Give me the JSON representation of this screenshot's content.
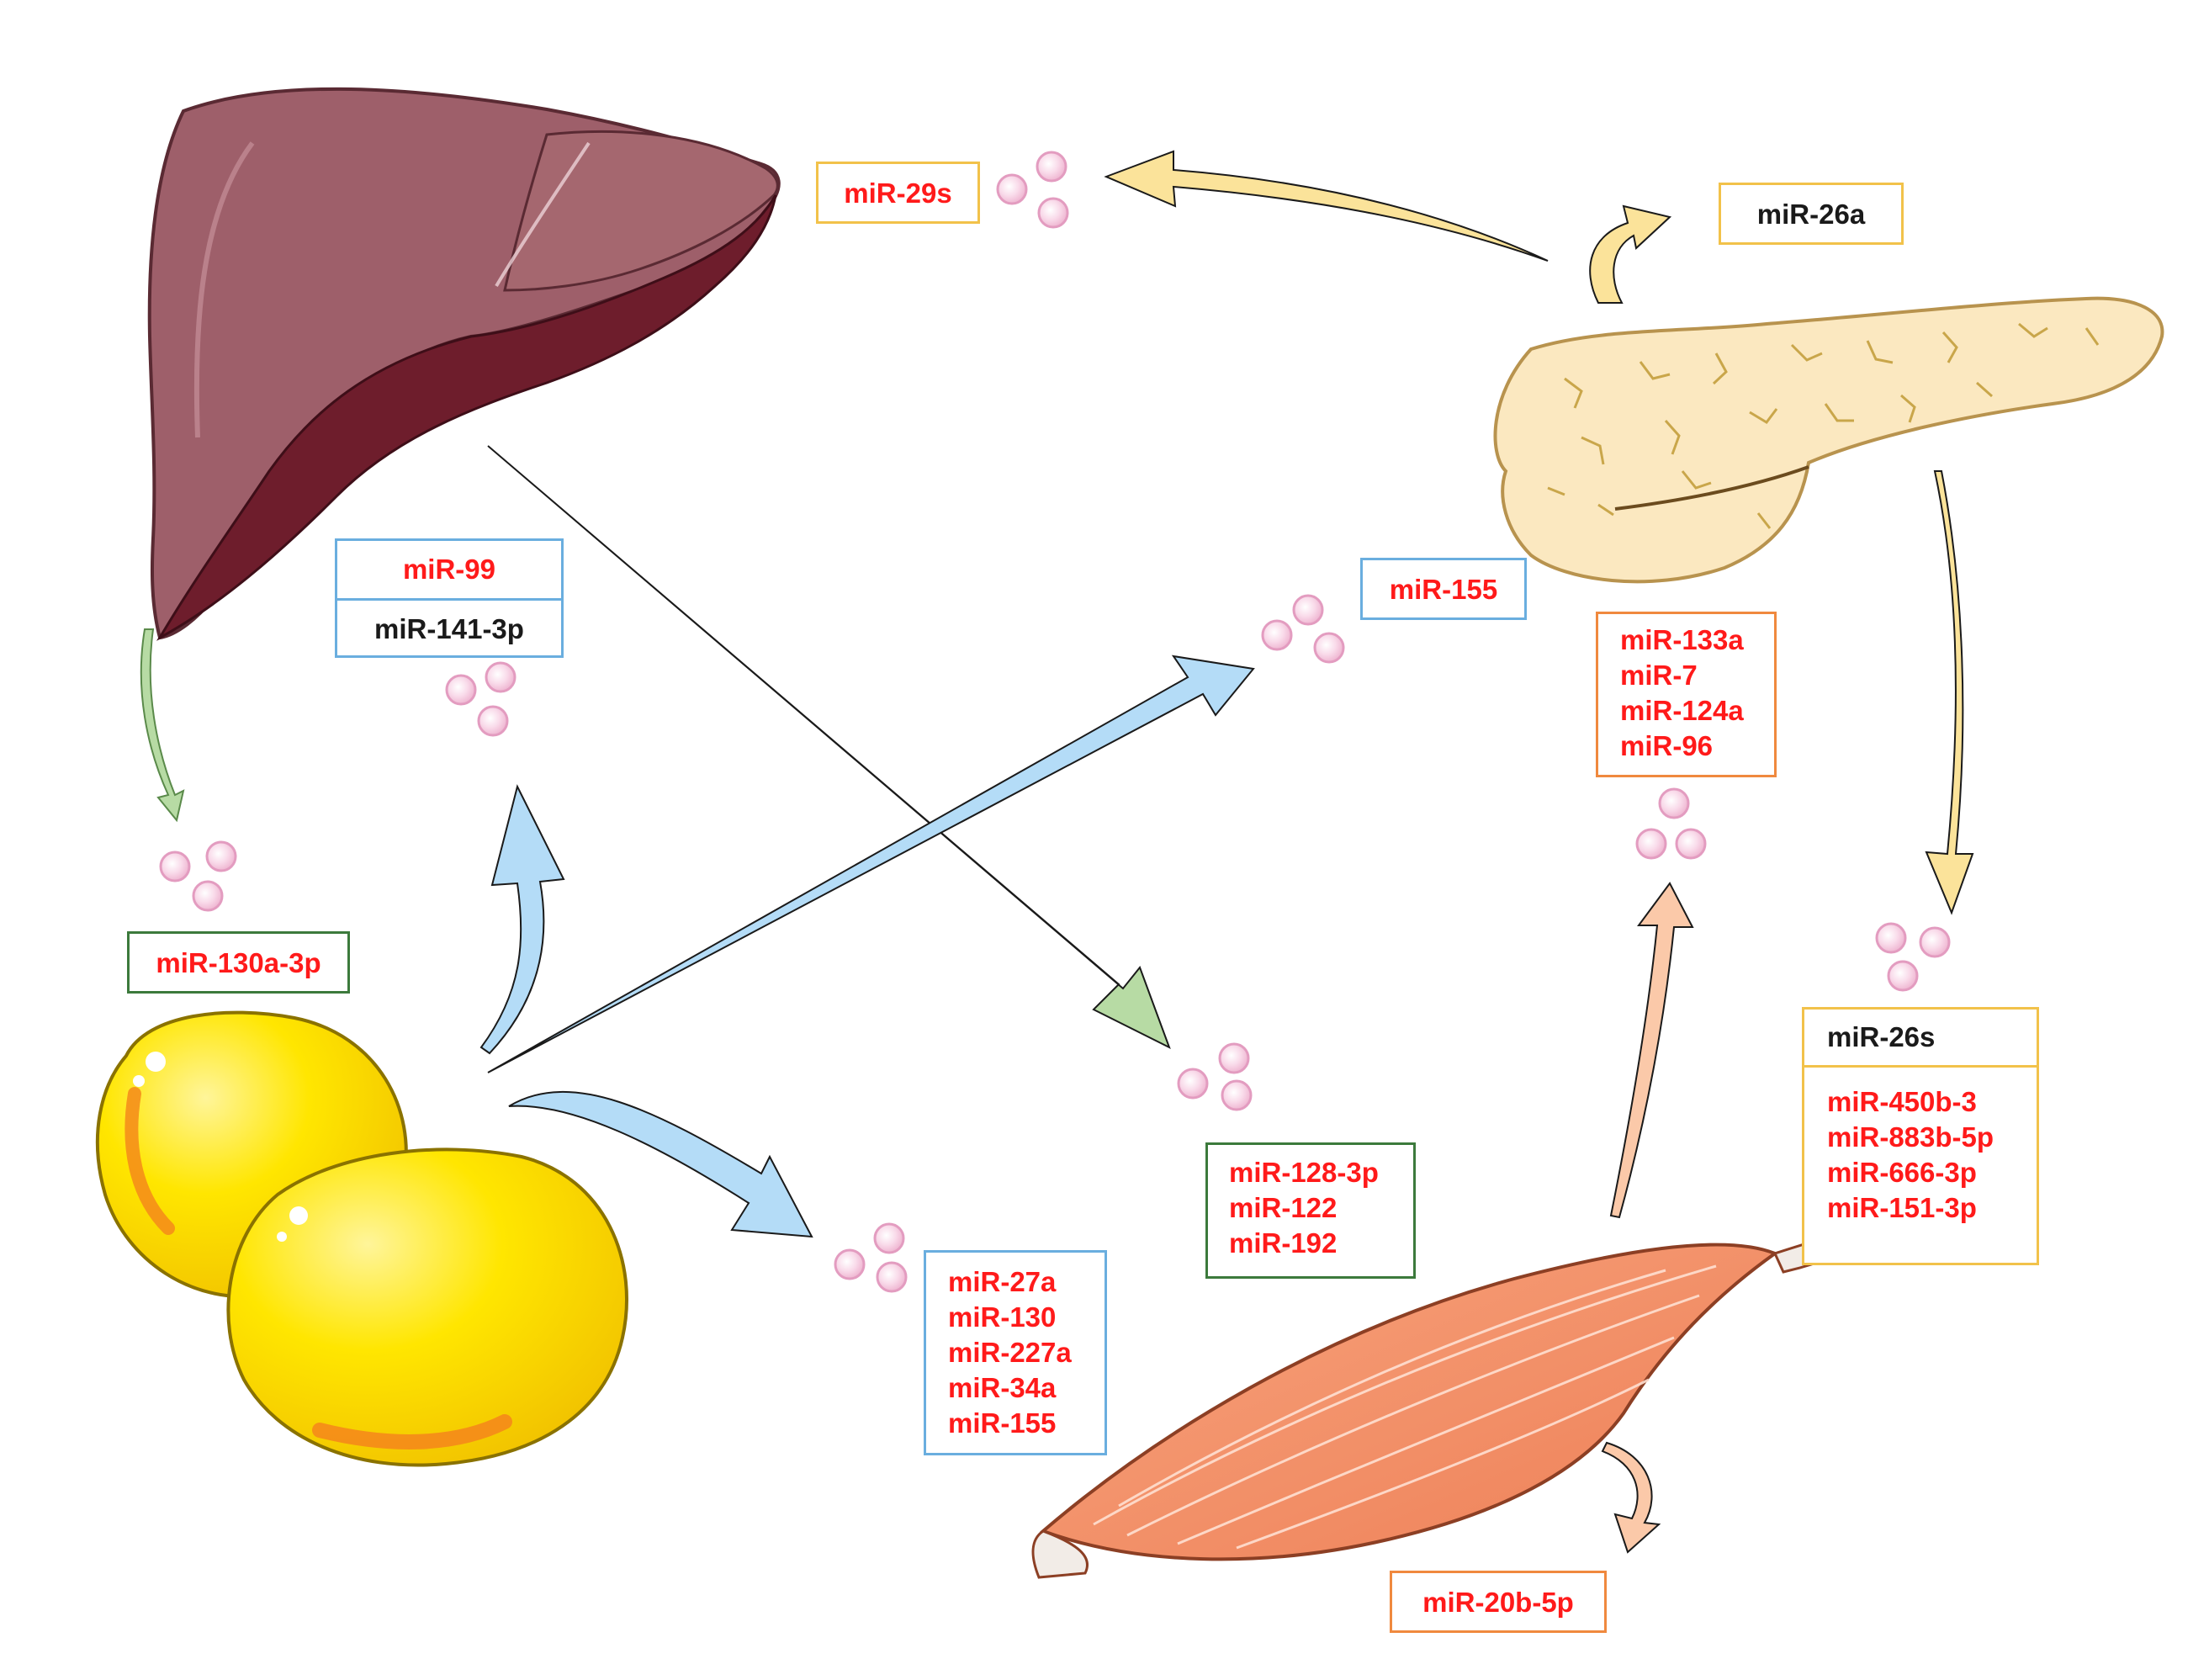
{
  "colors": {
    "text_red": "#ff1a1a",
    "text_black": "#1a1a1a",
    "border_blue": "#6aaedf",
    "border_green": "#3c7a3c",
    "border_orange": "#f0893e",
    "border_yellow": "#f2c24a",
    "arrow_blue": "#b4dcf7",
    "arrow_green": "#b7dba4",
    "arrow_yellow": "#fbe39a",
    "arrow_peach": "#fbc9a9",
    "vesicle": "#f7cfe3"
  },
  "organs": {
    "liver": "liver",
    "adipose": "adipose-tissue",
    "pancreas": "pancreas",
    "muscle": "skeletal-muscle"
  },
  "labels": {
    "mir29s": "miR-29s",
    "mir26a": "miR-26a",
    "mir99": "miR-99",
    "mir141": "miR-141-3p",
    "mir155_top": "miR-155",
    "mir130a": "miR-130a-3p",
    "pancreas_group": [
      "miR-133a",
      "miR-7",
      "miR-124a",
      "miR-96"
    ],
    "mir26s_header": "miR-26s",
    "mir26s_group": [
      "miR-450b-3",
      "miR-883b-5p",
      "miR-666-3p",
      "miR-151-3p"
    ],
    "liver_group": [
      "miR-128-3p",
      "miR-122",
      "miR-192"
    ],
    "adipose_group": [
      "miR-27a",
      "miR-130",
      "miR-227a",
      "miR-34a",
      "miR-155"
    ],
    "mir20b": "miR-20b-5p"
  }
}
